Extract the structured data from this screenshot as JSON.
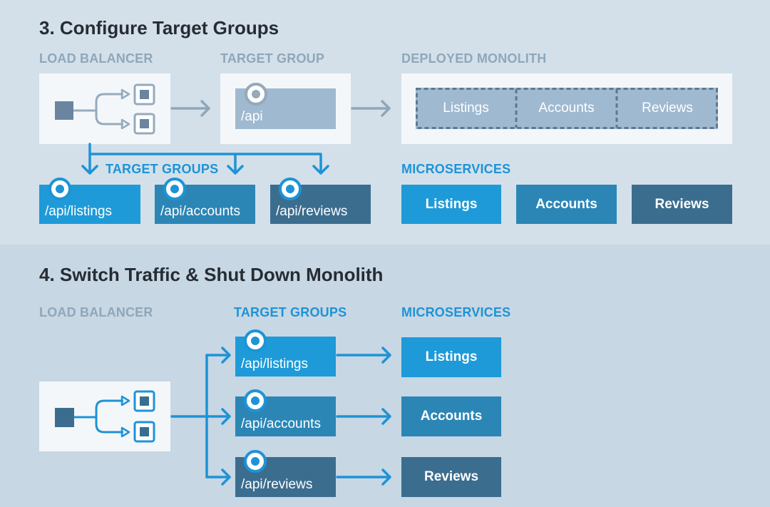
{
  "section3": {
    "title": "3. Configure Target Groups",
    "load_balancer_label": "LOAD BALANCER",
    "target_group_label": "TARGET GROUP",
    "deployed_monolith_label": "DEPLOYED MONOLITH",
    "target_group_path": "/api",
    "monolith_segments": [
      "Listings",
      "Accounts",
      "Reviews"
    ],
    "target_groups_label": "TARGET GROUPS",
    "target_groups": [
      "/api/listings",
      "/api/accounts",
      "/api/reviews"
    ],
    "microservices_label": "MICROSERVICES",
    "microservices": [
      "Listings",
      "Accounts",
      "Reviews"
    ]
  },
  "section4": {
    "title": "4. Switch Traffic & Shut Down Monolith",
    "load_balancer_label": "LOAD BALANCER",
    "target_groups_label": "TARGET GROUPS",
    "microservices_label": "MICROSERVICES",
    "target_groups": [
      "/api/listings",
      "/api/accounts",
      "/api/reviews"
    ],
    "microservices": [
      "Listings",
      "Accounts",
      "Reviews"
    ]
  },
  "colors": {
    "panel_top": "#d3e0ea",
    "panel_bottom": "#c7d7e4",
    "accent_blue": "#1e93d6",
    "service_1": "#1e9ad8",
    "service_2": "#2b86b6",
    "service_3": "#3b6d8f",
    "muted_gray": "#8fa7ba"
  }
}
